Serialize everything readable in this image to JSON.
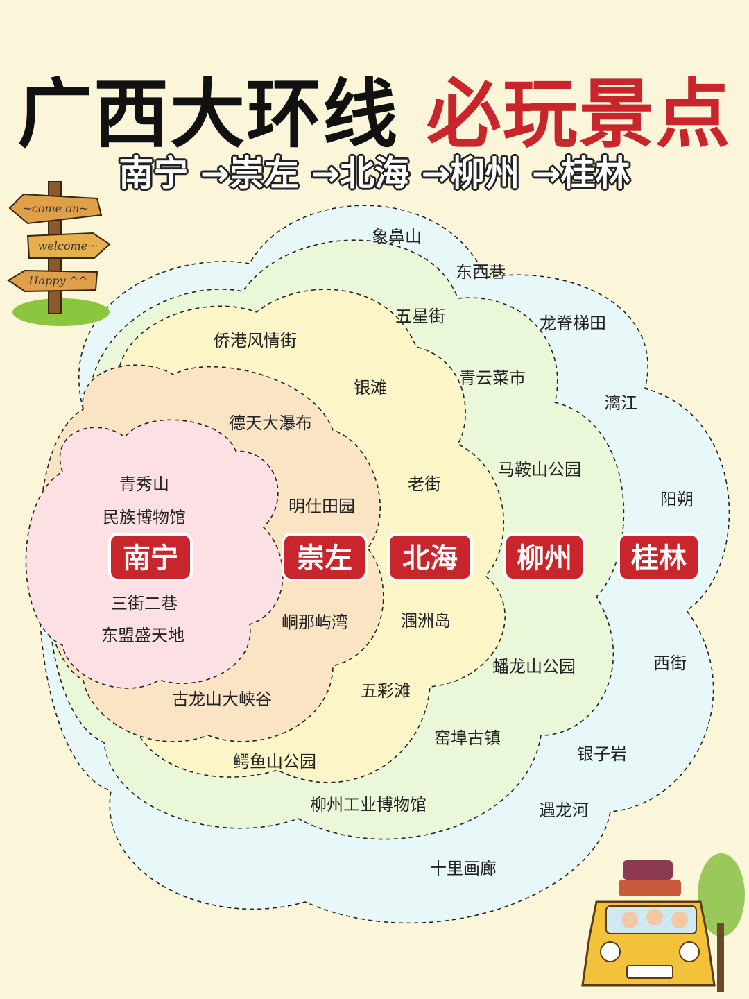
{
  "title": {
    "part1": "广西大环线",
    "part2": "必玩景点"
  },
  "subtitle": "南宁 →崇左 →北海 →柳州 →桂林",
  "signpost": {
    "sign1": "~come on~",
    "sign2": "welcome···",
    "sign3": "Happy ^^"
  },
  "colors": {
    "nanning": "#fde0e3",
    "chongzuo": "#fbe4c4",
    "beihai": "#fcf5c8",
    "liuzhou": "#eaf7d8",
    "guilin": "#e8f8f8",
    "accent": "#c8262c"
  },
  "cities": {
    "nanning": {
      "name": "南宁",
      "spots": [
        "青秀山",
        "民族博物馆",
        "三街二巷",
        "东盟盛天地"
      ]
    },
    "chongzuo": {
      "name": "崇左",
      "spots": [
        "德天大瀑布",
        "明仕田园",
        "峒那屿湾",
        "古龙山大峡谷"
      ]
    },
    "beihai": {
      "name": "北海",
      "spots": [
        "侨港风情街",
        "银滩",
        "老街",
        "涠洲岛",
        "五彩滩",
        "鳄鱼山公园"
      ]
    },
    "liuzhou": {
      "name": "柳州",
      "spots": [
        "五星街",
        "青云菜市",
        "马鞍山公园",
        "蟠龙山公园",
        "窑埠古镇",
        "柳州工业博物馆"
      ]
    },
    "guilin": {
      "name": "桂林",
      "spots": [
        "象鼻山",
        "东西巷",
        "龙脊梯田",
        "漓江",
        "阳朔",
        "西街",
        "银子岩",
        "遇龙河",
        "十里画廊"
      ]
    }
  }
}
